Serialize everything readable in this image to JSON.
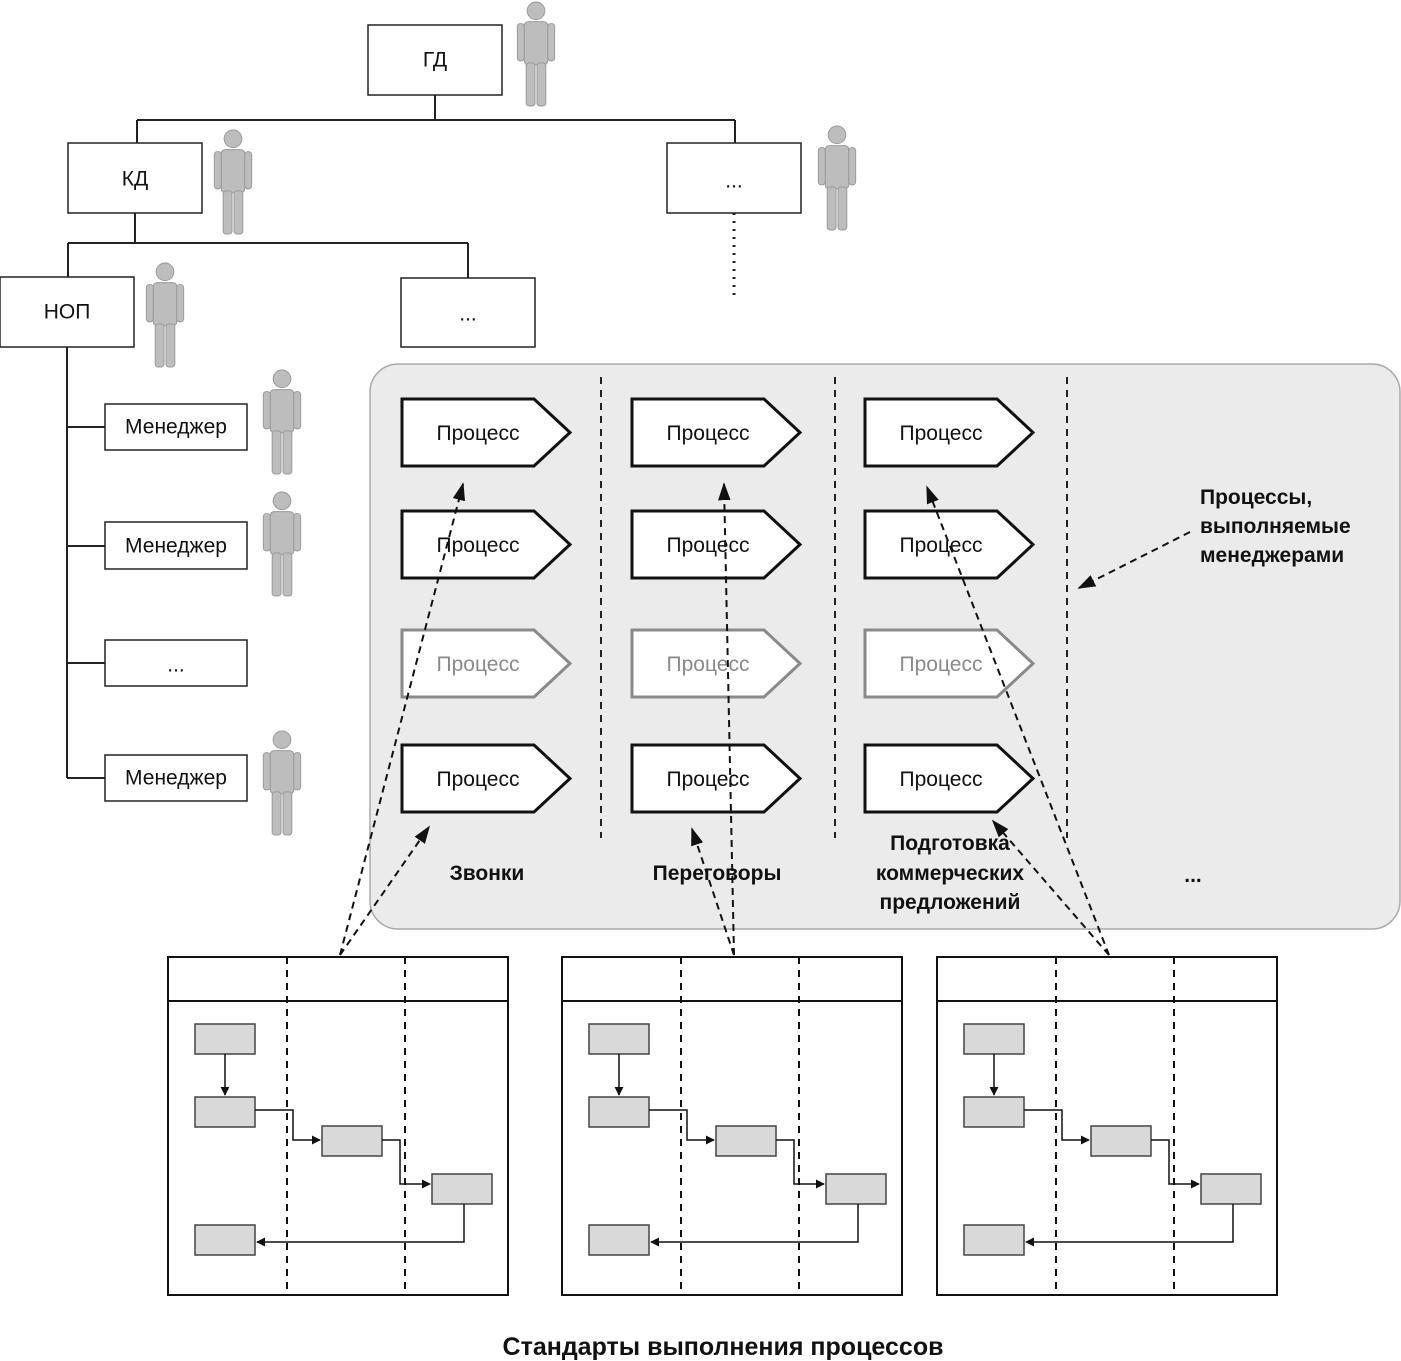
{
  "org_chart": {
    "top": "ГД",
    "level2": [
      "КД",
      "..."
    ],
    "level3": [
      "НОП",
      "..."
    ],
    "managers": [
      "Менеджер",
      "Менеджер",
      "...",
      "Менеджер"
    ]
  },
  "process_panel": {
    "process_label": "Процесс",
    "columns": [
      "Звонки",
      "Переговоры",
      "Подготовка коммерческих предложений",
      "..."
    ],
    "column_label_lines": [
      [
        "Звонки"
      ],
      [
        "Переговоры"
      ],
      [
        "Подготовка",
        "коммерческих",
        "предложений"
      ],
      [
        "..."
      ]
    ],
    "note_lines": [
      "Процессы,",
      "выполняемые",
      "менеджерами"
    ],
    "faded_row_index": 2
  },
  "standards_caption": "Стандарты выполнения процессов",
  "colors": {
    "panel_fill": "#ebebeb",
    "panel_stroke": "#aaaaaa",
    "person_fill": "#bdbdbd",
    "step_fill": "#d9d9d9",
    "faded_stroke": "#8a8a8a"
  }
}
